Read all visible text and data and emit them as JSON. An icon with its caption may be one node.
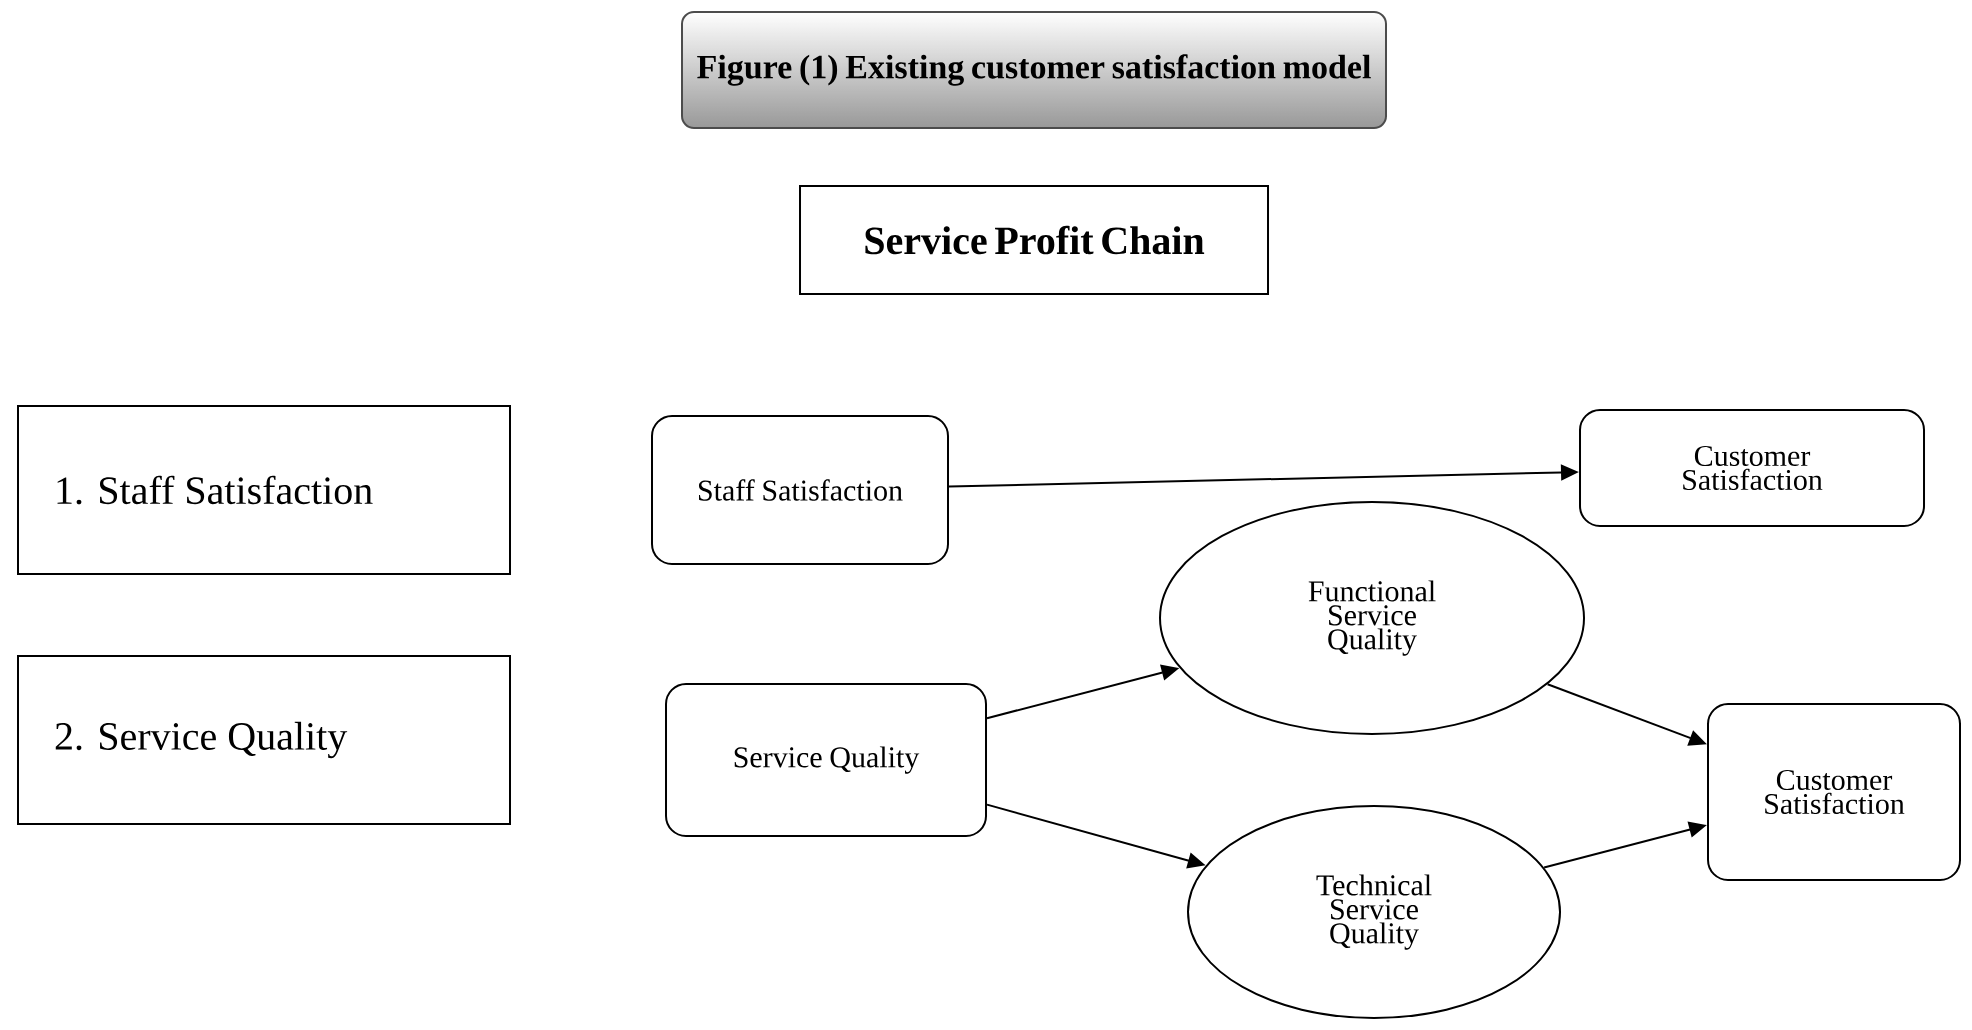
{
  "diagram": {
    "nodes": [
      {
        "text": [
          "Figure (1) Existing customer satisfaction model"
        ]
      },
      {
        "text": [
          "Service Profit Chain"
        ]
      },
      {
        "text": [
          "1. Staff Satisfaction"
        ]
      },
      {
        "text": [
          "Staff Satisfaction"
        ]
      },
      {
        "text": [
          "Customer Satisfaction"
        ]
      },
      {
        "text": [
          "2. Service Quality"
        ]
      },
      {
        "text": [
          "Service Quality"
        ]
      },
      {
        "text": [
          "Functional Service Quality"
        ]
      },
      {
        "text": [
          "Technical Service Quality"
        ]
      },
      {
        "text": [
          "Customer Satisfaction"
        ]
      }
    ],
    "edges": [
      {
        "from": 3,
        "to": 4,
        "arrow": "to"
      },
      {
        "from": 6,
        "to": 7,
        "arrow": "to"
      },
      {
        "from": 6,
        "to": 8,
        "arrow": "to"
      },
      {
        "from": 7,
        "to": 9,
        "arrow": "to"
      },
      {
        "from": 8,
        "to": 9,
        "arrow": "to"
      }
    ]
  }
}
